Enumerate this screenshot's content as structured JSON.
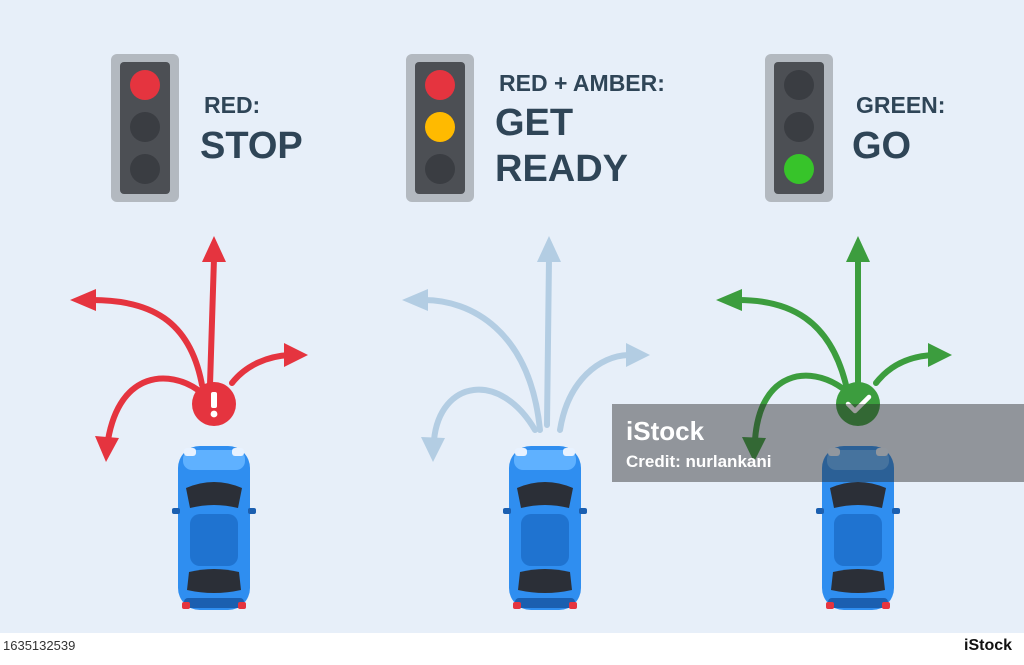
{
  "colors": {
    "background": "#e7eff9",
    "text": "#2f4557",
    "red": "#e5343f",
    "amber": "#ffba00",
    "green": "#3c9d3e",
    "faded": "#b3cde3",
    "car": "#2f8ef0"
  },
  "panels": [
    {
      "state_label": "RED:",
      "action_label": "STOP",
      "lights": [
        "red",
        "off",
        "off"
      ],
      "arrow_color": "red",
      "badge_icon": "exclamation-icon"
    },
    {
      "state_label": "RED + AMBER:",
      "action_line1": "GET",
      "action_line2": "READY",
      "lights": [
        "red",
        "amber",
        "off"
      ],
      "arrow_color": "faded"
    },
    {
      "state_label": "GREEN:",
      "action_label": "GO",
      "lights": [
        "off",
        "off",
        "green"
      ],
      "arrow_color": "green",
      "badge_icon": "checkmark-icon"
    }
  ],
  "watermark": {
    "brand": "iStock",
    "credit": "Credit: nurlankani"
  },
  "footer": {
    "image_id": "1635132539",
    "logo": "iStock"
  }
}
